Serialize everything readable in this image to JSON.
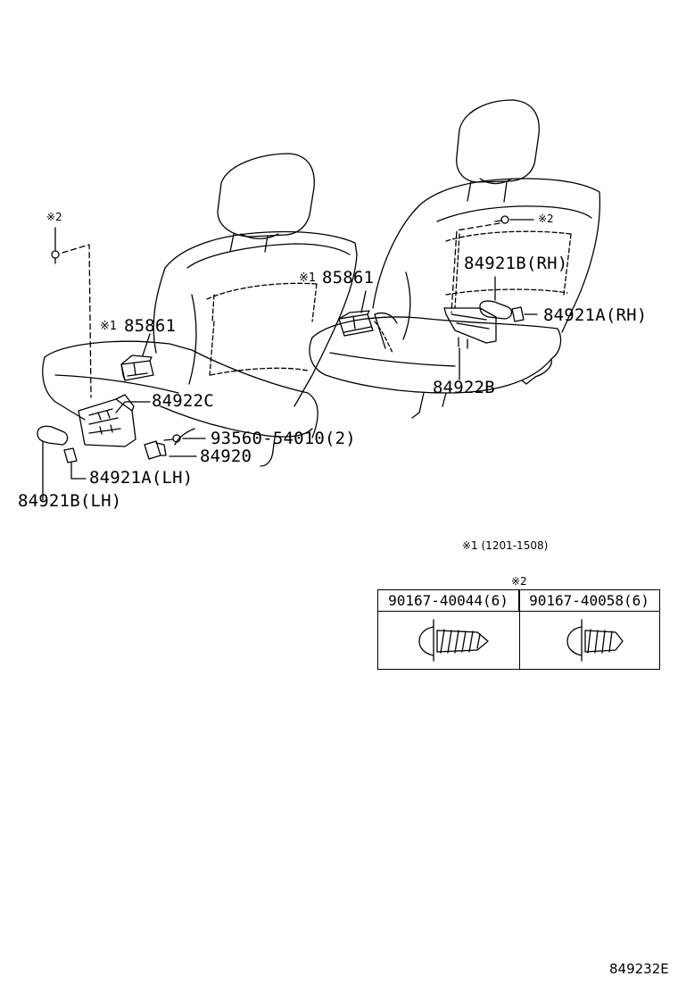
{
  "callouts": {
    "mark1_left": "※1",
    "part_85861_left": "85861",
    "mark1_right": "※1",
    "part_85861_right": "85861",
    "mark2_left": "※2",
    "mark2_right": "※2",
    "part_84921b_rh": "84921B(RH)",
    "part_84921a_rh": "84921A(RH)",
    "part_84922b": "84922B",
    "part_84922c": "84922C",
    "part_93560": "93560-54010(2)",
    "part_84920": "84920",
    "part_84921a_lh": "84921A(LH)",
    "part_84921b_lh": "84921B(LH)"
  },
  "notes": {
    "note1": "※1 (1201-1508)",
    "note2_mark": "※2"
  },
  "screw_table": {
    "col1_header": "90167-40044(6)",
    "col2_header": "90167-40058(6)"
  },
  "diagram_id": "849232E"
}
